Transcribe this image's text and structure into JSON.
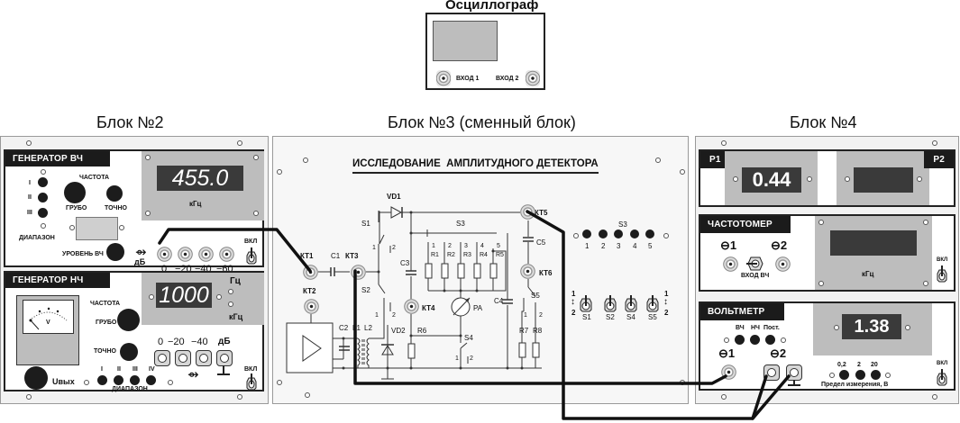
{
  "oscilloscope": {
    "title": "Осциллограф",
    "input1": "ВХОД 1",
    "input2": "ВХОД 2"
  },
  "block2": {
    "title": "Блок №2",
    "rf_gen": {
      "header": "ГЕНЕРАТОР ВЧ",
      "freq_label": "ЧАСТОТА",
      "coarse": "ГРУБО",
      "fine": "ТОЧНО",
      "range_buttons": [
        "I",
        "II",
        "III"
      ],
      "range_label": "ДИАПАЗОН",
      "level_label": "УРОВЕНЬ ВЧ",
      "display": "455.0",
      "unit": "кГц",
      "db_label": "дБ",
      "attenuator": [
        "0",
        "−20",
        "−40",
        "−60"
      ],
      "power_label": "ВКЛ"
    },
    "af_gen": {
      "header": "ГЕНЕРАТОР НЧ",
      "freq_label": "ЧАСТОТА",
      "coarse": "ГРУБО",
      "fine": "ТОЧНО",
      "meter_unit": "V",
      "display": "1000",
      "unit_hz": "Гц",
      "unit_khz": "кГц",
      "attenuator": [
        "0",
        "−20",
        "−40"
      ],
      "db_label": "дБ",
      "uout_label": "Uвых",
      "range_buttons": [
        "I",
        "II",
        "III",
        "IV"
      ],
      "range_label": "ДИАПАЗОН",
      "power_label": "ВКЛ"
    }
  },
  "block3": {
    "title": "Блок №3 (сменный блок)",
    "panel_title": "ИССЛЕДОВАНИЕ  АМПЛИТУДНОГО ДЕТЕКТОРА",
    "testpoints": [
      "КТ1",
      "КТ2",
      "КТ3",
      "КТ4",
      "КТ5",
      "КТ6"
    ],
    "components": {
      "VD1": "VD1",
      "VD2": "VD2",
      "S1": "S1",
      "S2": "S2",
      "S3": "S3",
      "S4": "S4",
      "S5": "S5",
      "C1": "C1",
      "C2": "C2",
      "C3": "C3",
      "C4": "C4",
      "C5": "C5",
      "L1": "L1",
      "L2": "L2",
      "PA": "PA",
      "R": [
        "R1",
        "R2",
        "R3",
        "R4",
        "R5"
      ],
      "R6": "R6",
      "R7": "R7",
      "R8": "R8"
    },
    "switch_pos": {
      "one": "1",
      "two": "2"
    },
    "r_taps": [
      "1",
      "2",
      "3",
      "4",
      "5"
    ],
    "s3_selector": {
      "label": "S3",
      "positions": [
        "1",
        "2",
        "3",
        "4",
        "5"
      ]
    },
    "toggles": {
      "labels": [
        "S1",
        "S2",
        "S4",
        "S5"
      ],
      "pos_top": "1",
      "pos_bottom": "2"
    }
  },
  "block4": {
    "title": "Блок №4",
    "p1": {
      "label": "P1",
      "display": "0.44"
    },
    "p2": {
      "label": "P2",
      "display": ""
    },
    "freqmeter": {
      "header": "ЧАСТОТОМЕР",
      "in1": "1",
      "in2": "2",
      "input_label": "ВХОД ВЧ",
      "display": "",
      "unit": "кГц",
      "power_label": "ВКЛ"
    },
    "voltmeter": {
      "header": "ВОЛЬТМЕТР",
      "mode_labels": [
        "ВЧ",
        "НЧ",
        "Пост."
      ],
      "in1": "1",
      "in2": "2",
      "display": "1.38",
      "range_labels": [
        "0,2",
        "2",
        "20"
      ],
      "range_caption": "Предел измерения, В",
      "power_label": "ВКЛ"
    }
  }
}
